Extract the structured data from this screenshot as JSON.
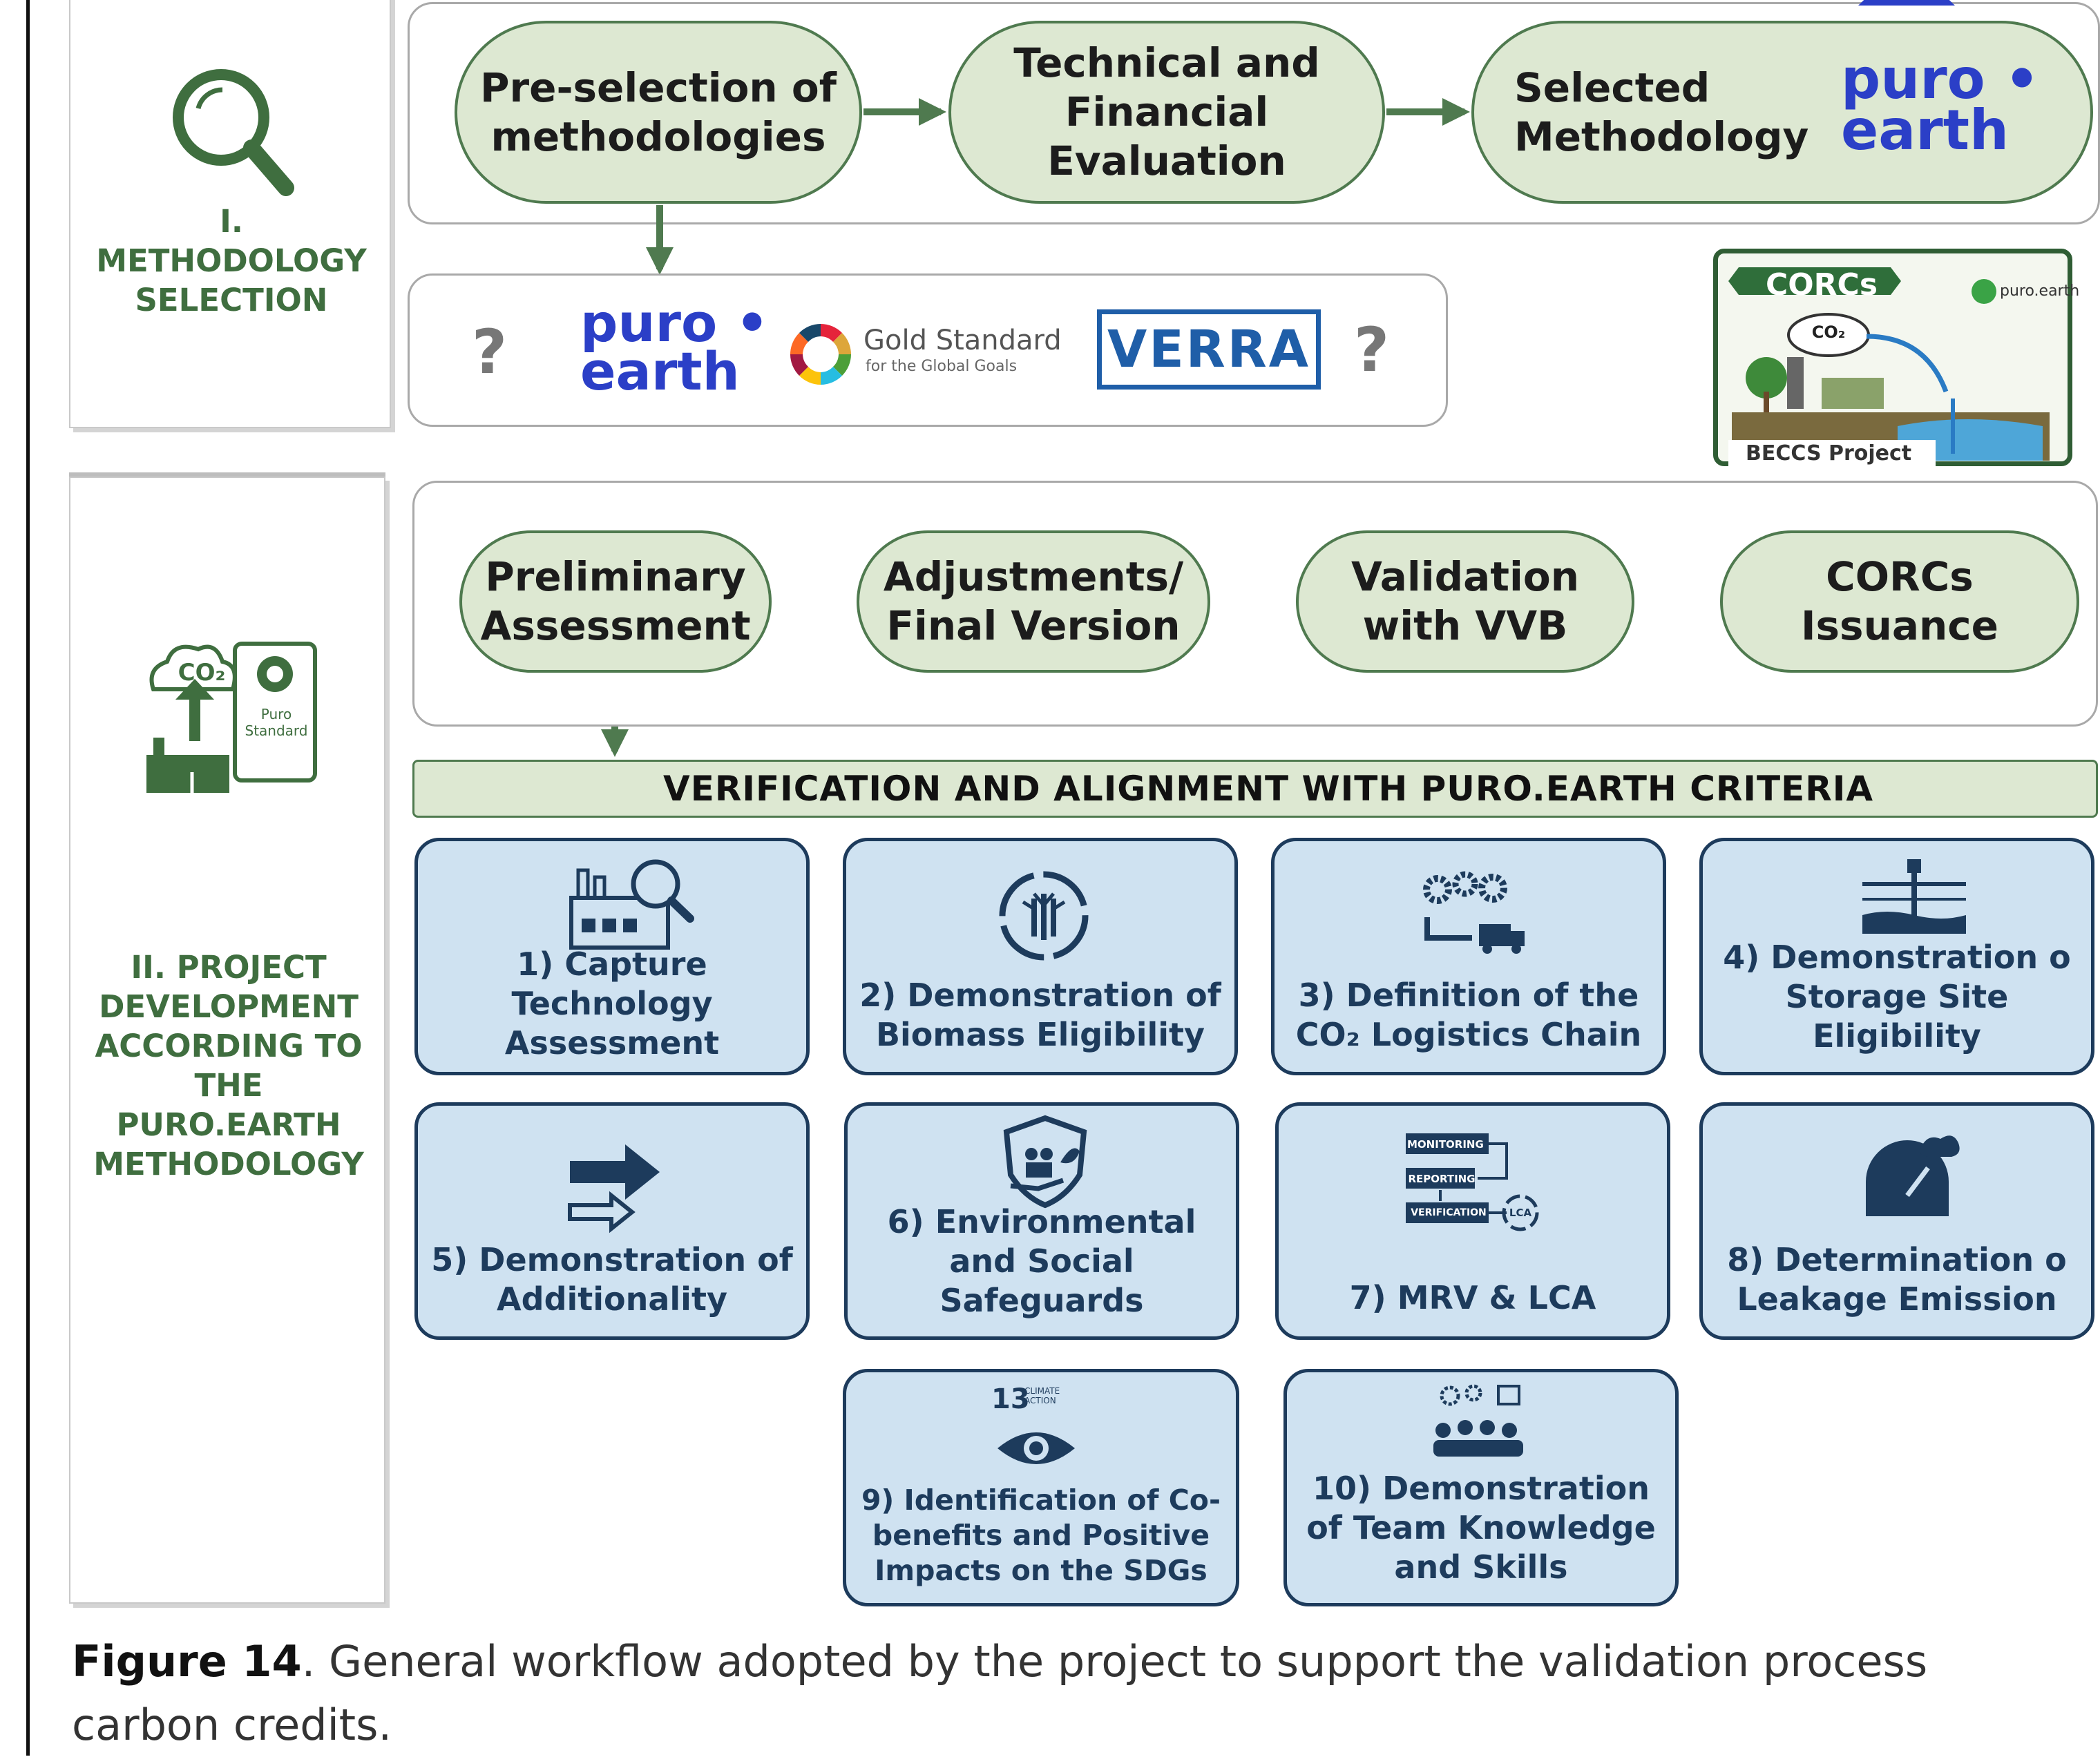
{
  "section1": {
    "label": "I.\nMETHODOLOGY\nSELECTION",
    "steps": [
      "Pre-selection of\nmethodologies",
      "Technical and\nFinancial\nEvaluation",
      "Selected\nMethodology"
    ],
    "selected_logo": "puro •\nearth",
    "candidates": {
      "unknown_left": "?",
      "puro_logo": "puro •\nearth",
      "gold_standard": "Gold Standard",
      "gold_standard_sub": "for the Global Goals",
      "verra": "VERRA",
      "unknown_right": "?"
    },
    "corcs_badge": {
      "title": "CORCs",
      "co2": "CO₂",
      "partner": "puro.earth",
      "footer": "BECCS Project"
    }
  },
  "section2": {
    "label": "II. PROJECT\nDEVELOPMENT\nACCORDING TO\nTHE\nPURO.EARTH\nMETHODOLOGY",
    "icon_texts": {
      "co2": "CO₂",
      "doc": "Puro\nStandard"
    },
    "steps": [
      "Preliminary\nAssessment",
      "Adjustments/\nFinal Version",
      "Validation\nwith VVB",
      "CORCs\nIssuance"
    ],
    "banner": "VERIFICATION AND ALIGNMENT WITH PURO.EARTH CRITERIA",
    "criteria": [
      {
        "label": "1) Capture\nTechnology\nAssessment",
        "icon": "factory-search-icon"
      },
      {
        "label": "2) Demonstration of\nBiomass Eligibility",
        "icon": "biomass-cycle-icon"
      },
      {
        "label": "3) Definition of the\nCO₂ Logistics Chain",
        "icon": "gears-truck-icon"
      },
      {
        "label": "4) Demonstration o\nStorage Site\nEligibility",
        "icon": "storage-site-icon"
      },
      {
        "label": "5) Demonstration of\nAdditionality",
        "icon": "arrows-icon"
      },
      {
        "label": "6) Environmental\nand Social\nSafeguards",
        "icon": "shield-people-icon"
      },
      {
        "label": "7) MRV & LCA",
        "icon": "mrv-flow-icon"
      },
      {
        "label": "8) Determination o\nLeakage Emission",
        "icon": "leakage-gauge-icon"
      },
      {
        "label": "9) Identification of Co-\nbenefits and Positive\nImpacts on the SDGs",
        "icon": "sdg13-eye-icon"
      },
      {
        "label": "10) Demonstration\nof Team Knowledge\nand Skills",
        "icon": "team-skills-icon"
      }
    ],
    "mrv_steps": [
      "MONITORING",
      "REPORTING",
      "VERIFICATION",
      "LCA"
    ],
    "sdg_badge": {
      "number": "13",
      "text": "CLIMATE\nACTION"
    }
  },
  "caption": {
    "label": "Figure 14",
    "text": ". General workflow adopted by the project to support the validation process",
    "text_line2": "carbon credits."
  },
  "colors": {
    "green_dark": "#4f7a4f",
    "green_fill": "#dde8d2",
    "navy": "#1d3b5c",
    "blue_fill": "#cfe2f1",
    "puro_blue": "#2b3fc7",
    "verra_blue": "#1f5ea8"
  }
}
